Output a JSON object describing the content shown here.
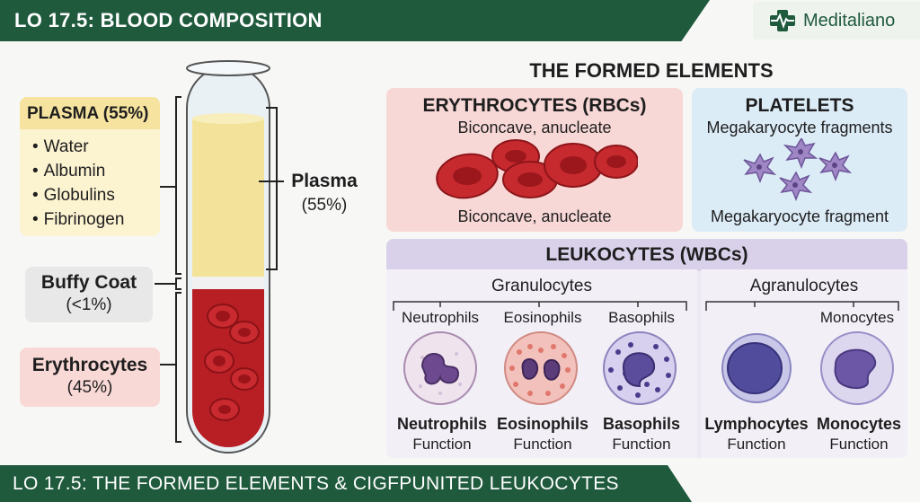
{
  "header": {
    "title": "LO 17.5: BLOOD COMPOSITION",
    "brand": "Meditaliano",
    "brand_color": "#1f5a3d"
  },
  "footer": {
    "title": "LO 17.5: THE FORMED ELEMENTS & CIGFPUNITED LEUKOCYTES"
  },
  "left": {
    "plasma_box": {
      "title": "PLASMA (55%)",
      "items": [
        "Water",
        "Albumin",
        "Globulins",
        "Fibrinogen"
      ]
    },
    "buffy_coat": {
      "label": "Buffy Coat",
      "value": "(<1%)"
    },
    "erythrocytes": {
      "label": "Erythrocytes",
      "value": "(45%)"
    },
    "plasma_side": {
      "label": "Plasma",
      "value": "(55%)"
    }
  },
  "formed": {
    "title": "THE FORMED ELEMENTS",
    "rbc": {
      "title": "ERYTHROCYTES (RBCs)",
      "subtitle": "Biconcave, anucleate",
      "caption": "Biconcave, anucleate"
    },
    "platelets": {
      "title": "PLATELETS",
      "subtitle": "Megakaryocyte fragments",
      "caption": "Megakaryocyte fragment"
    },
    "wbc": {
      "title": "LEUKOCYTES (WBCs)",
      "granulocytes": "Granulocytes",
      "agranulocytes": "Agranulocytes",
      "top_labels": [
        "Neutrophils",
        "Eosinophils",
        "Basophils",
        "Monocytes"
      ],
      "cells": [
        {
          "name": "Neutrophils",
          "fn": "Function"
        },
        {
          "name": "Eosinophils",
          "fn": "Function"
        },
        {
          "name": "Basophils",
          "fn": "Function"
        },
        {
          "name": "Lymphocytes",
          "fn": "Function"
        },
        {
          "name": "Monocytes",
          "fn": "Function"
        }
      ]
    }
  },
  "colors": {
    "plasma": "#f3e39a",
    "rbc": "#b71f24",
    "buffy": "#f1f1f1",
    "banner": "#1f5a3d"
  }
}
